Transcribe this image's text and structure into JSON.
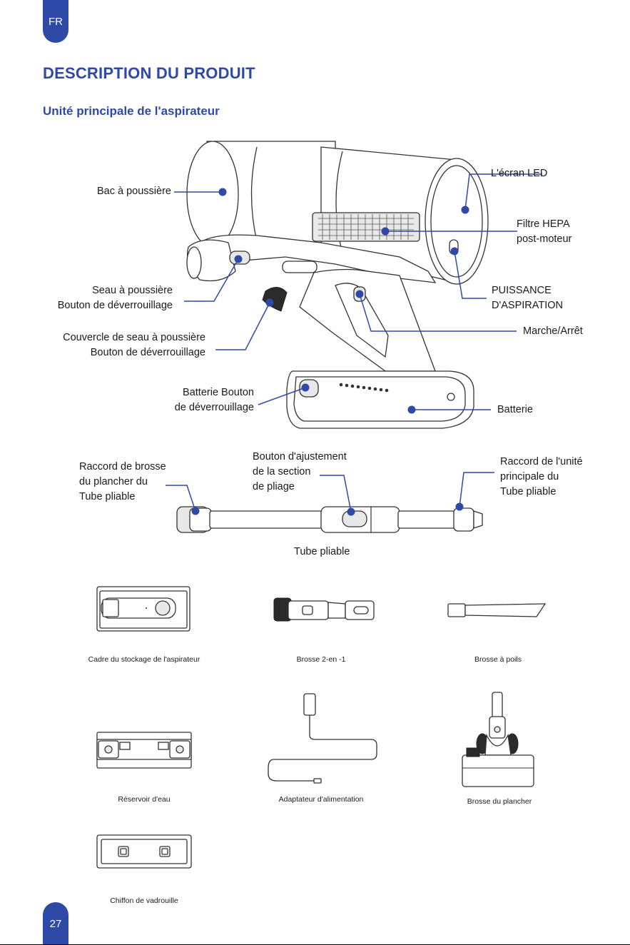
{
  "page": {
    "lang_tab": "FR",
    "page_number": "27",
    "title": "DESCRIPTION DU PRODUIT",
    "subtitle": "Unité principale de l'aspirateur"
  },
  "main_unit_labels": {
    "dust_bin": "Bac à poussière",
    "led_screen": "L'écran LED",
    "hepa_1": "Filtre HEPA",
    "hepa_2": "post-moteur",
    "bucket_release_1": "Seau à poussière",
    "bucket_release_2": "Bouton de déverrouillage",
    "suction_1": "PUISSANCE",
    "suction_2": "D'ASPIRATION",
    "cover_release_1": "Couvercle de seau à poussière",
    "cover_release_2": "Bouton de déverrouillage",
    "power": "Marche/Arrêt",
    "battery_release_1": "Batterie Bouton",
    "battery_release_2": "de déverrouillage",
    "battery": "Batterie"
  },
  "tube_labels": {
    "floor_conn_1": "Raccord de brosse",
    "floor_conn_2": "du plancher du",
    "floor_conn_3": "Tube pliable",
    "fold_btn_1": "Bouton d'ajustement",
    "fold_btn_2": "de la section",
    "fold_btn_3": "de pliage",
    "main_conn_1": "Raccord de l'unité",
    "main_conn_2": "principale du",
    "main_conn_3": "Tube pliable",
    "tube_caption": "Tube pliable"
  },
  "accessories": [
    {
      "name": "Cadre du stockage de l'aspirateur"
    },
    {
      "name": "Brosse 2-en -1"
    },
    {
      "name": "Brosse à poils"
    },
    {
      "name": "Réservoir d'eau"
    },
    {
      "name": "Adaptateur d'alimentation"
    },
    {
      "name": "Brosse du plancher"
    },
    {
      "name": "Chiffon de vadrouille"
    }
  ],
  "colors": {
    "accent": "#2f4aa6",
    "line": "#333333"
  }
}
